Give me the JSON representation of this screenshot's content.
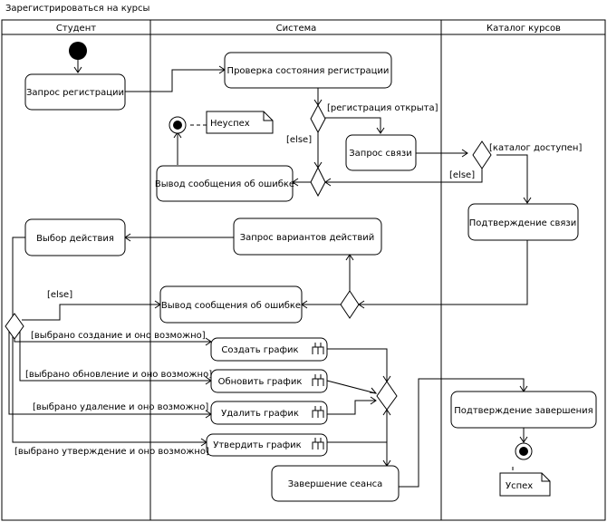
{
  "title": "Зарегистрироваться на курсы",
  "lanes": [
    "Студент",
    "Система",
    "Каталог курсов"
  ],
  "actions": {
    "request_registration": "Запрос регистрации",
    "check_registration": "Проверка состояния регистрации",
    "request_connection": "Запрос связи",
    "error_output_1": "Вывод сообщения об ошибке",
    "confirm_connection": "Подтверждение связи",
    "choose_action": "Выбор действия",
    "request_options": "Запрос вариантов действий",
    "error_output_2": "Вывод сообщения об ошибке",
    "create_schedule": "Создать график",
    "update_schedule": "Обновить график",
    "delete_schedule": "Удалить график",
    "approve_schedule": "Утвердить график",
    "confirm_completion": "Подтверждение завершения",
    "end_session": "Завершение сеанса"
  },
  "notes": {
    "failure": "Неуспех",
    "success": "Успех"
  },
  "guards": {
    "registration_open": "[регистрация открыта]",
    "else_1": "[else]",
    "catalog_available": "[каталог доступен]",
    "else_2": "[else]",
    "else_3": "[else]",
    "create_possible": "[выбрано создание и оно возможно]",
    "update_possible": "[выбрано обновление и оно возможно]",
    "delete_possible": "[выбрано удаление и оно возможно]",
    "approve_possible": "[выбрано утверждение и оно возможно]"
  }
}
